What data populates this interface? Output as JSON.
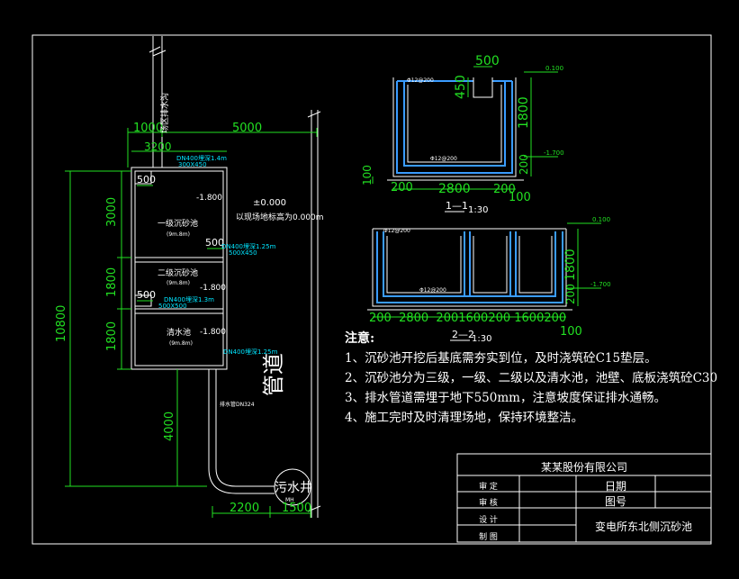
{
  "plan": {
    "dims": {
      "d1000": "1000",
      "d5000": "5000",
      "d3200": "3200",
      "d500a": "500",
      "d500b": "500",
      "d500c": "500",
      "d3000": "3000",
      "d1800a": "1800",
      "d1800b": "1800",
      "d10800": "10800",
      "d4000": "4000",
      "d2200": "2200",
      "d1500": "1500"
    },
    "labels": {
      "drain_vert": "场区排水沟",
      "pool1": "一级沉砂池",
      "pool1_sub": "(9m.8m)",
      "pool2": "二级沉砂池",
      "pool2_sub": "(9m.8m)",
      "pool3": "清水池",
      "pool3_sub": "(9m.8m)",
      "elev_top": "-1.800",
      "elev_mid": "-1.800",
      "elev_low": "-1.800",
      "elev_zero": "±0.000",
      "ground_note": "以现场地标高为0.000m",
      "pipe_note_top": "DN400埋深1.4m",
      "pipe_note_top2": "300X450",
      "pipe_note_mid": "DN400埋深1.25m",
      "pipe_note_mid2": "500X450",
      "pipe_note_mid3": "DN400埋深1.3m",
      "pipe_note_mid4": "500X500",
      "pipe_note_low": "DN400埋深1.25m",
      "drain_pipe": "排水管DN324",
      "pipe_road": "管道",
      "sewer_well": "污水井",
      "sewer_sub": "MH"
    }
  },
  "section1": {
    "dims": {
      "d500": "500",
      "d450": "450",
      "d1800": "1800",
      "d200a": "200",
      "d100": "100",
      "d200b": "200",
      "d2800": "2800",
      "d200c": "200",
      "d100b": "100"
    },
    "elev_top": "0.100",
    "elev_bot": "-1.700",
    "rebar_a": "Φ12@200",
    "rebar_b": "Φ12@200",
    "caption": "1—1",
    "scale": "1:30"
  },
  "section2": {
    "dims": {
      "d1800": "1800",
      "d200": "200",
      "d100": "100",
      "bottom": "200  2800  2001600200 1600200"
    },
    "elev_top": "0.100",
    "elev_bot": "-1.700",
    "rebar_a": "Φ12@200",
    "rebar_b": "Φ12@200",
    "caption": "2—2",
    "scale": "1:30"
  },
  "notes": {
    "head": "注意:",
    "items": [
      "1、沉砂池开挖后基底需夯实到位，及时浇筑砼C15垫层。",
      "2、沉砂池分为三级，一级、二级以及清水池，池壁、底板浇筑砼C30",
      "3、排水管道需埋于地下550mm，注意坡度保证排水通畅。",
      "4、施工完时及时清理场地，保持环境整洁。"
    ]
  },
  "title_block": {
    "company": "某某股份有限公司",
    "r1": "审    定",
    "r2": "审    核",
    "r3": "设    计",
    "r4": "制    图",
    "date_label": "日期",
    "drawing_no_label": "图号",
    "drawing_title": "变电所东北侧沉砂池"
  },
  "colors": {
    "background": "#000000",
    "line": "#ffffff",
    "dimension": "#22e022",
    "annotation": "#00e5ff",
    "rebar": "#3a9cff"
  }
}
